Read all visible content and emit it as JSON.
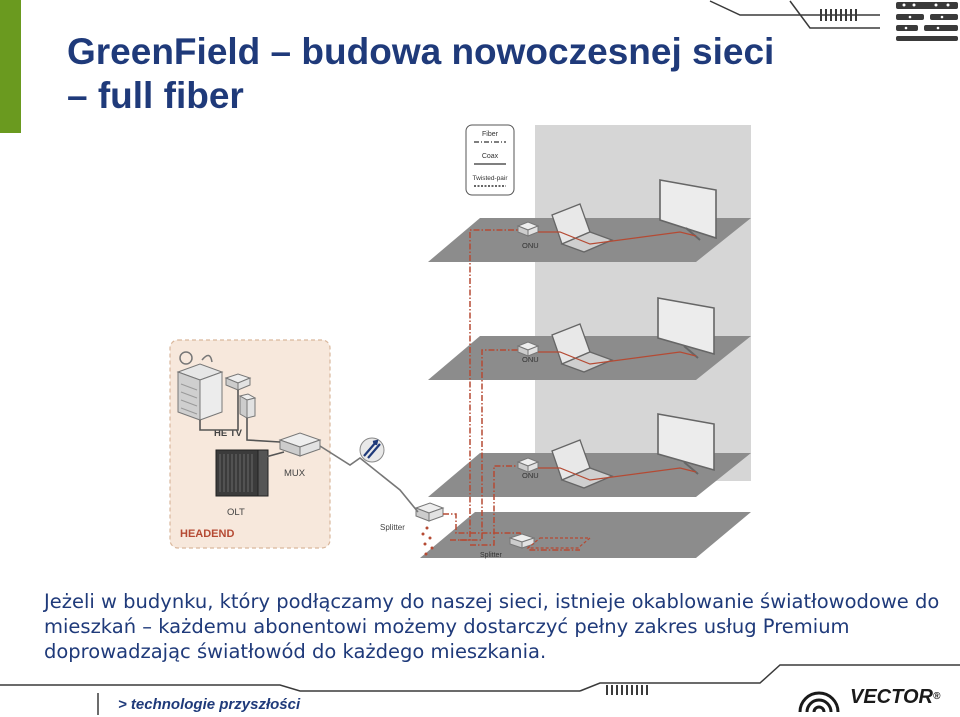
{
  "slide": {
    "title_line1": "GreenField – budowa nowoczesnej sieci",
    "title_line2": "– full fiber",
    "body_text": "Jeżeli w budynku, który podłączamy do naszej sieci, istnieje okablowanie światłowodowe do mieszkań – każdemu abonentowi możemy dostarczyć pełny zakres usług Premium doprowadzając światłowód do każdego mieszkania.",
    "footer_tagline": "> technologie przyszłości",
    "logo_text": "VECTOR",
    "logo_mark": "®"
  },
  "diagram": {
    "legend": {
      "fiber": "Fiber",
      "coax": "Coax",
      "twisted_pair": "Twisted-pair"
    },
    "headend": {
      "label": "HEADEND",
      "he_tv": "HE TV",
      "olt": "OLT",
      "mux": "MUX"
    },
    "splitter_main": "Splitter",
    "splitter_floor": "Splitter",
    "onu": "ONU"
  },
  "colors": {
    "title": "#1f3a7a",
    "accent_green": "#6a9a1f",
    "fiber_line": "#b54a33",
    "floor": "#8c8c8c",
    "wall": "#d6d6d6"
  }
}
